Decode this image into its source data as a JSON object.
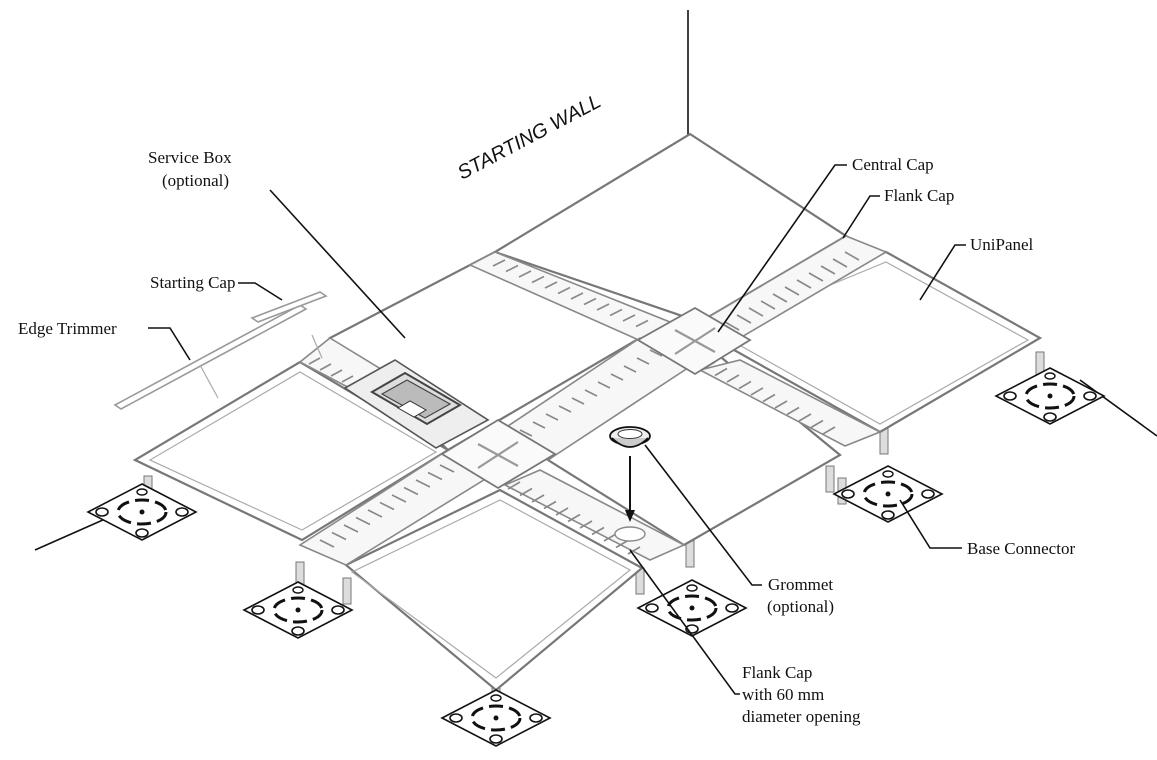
{
  "diagram": {
    "wall_label": "STARTING WALL",
    "labels": {
      "service_box": [
        "Service Box",
        "(optional)"
      ],
      "starting_cap": "Starting Cap",
      "edge_trimmer": "Edge Trimmer",
      "central_cap": "Central Cap",
      "flank_cap_top": "Flank Cap",
      "unipanel": "UniPanel",
      "base_connector": "Base Connector",
      "grommet": [
        "Grommet",
        "(optional)"
      ],
      "flank_cap_opening": [
        "Flank Cap",
        "with 60 mm",
        "diameter opening"
      ]
    }
  }
}
